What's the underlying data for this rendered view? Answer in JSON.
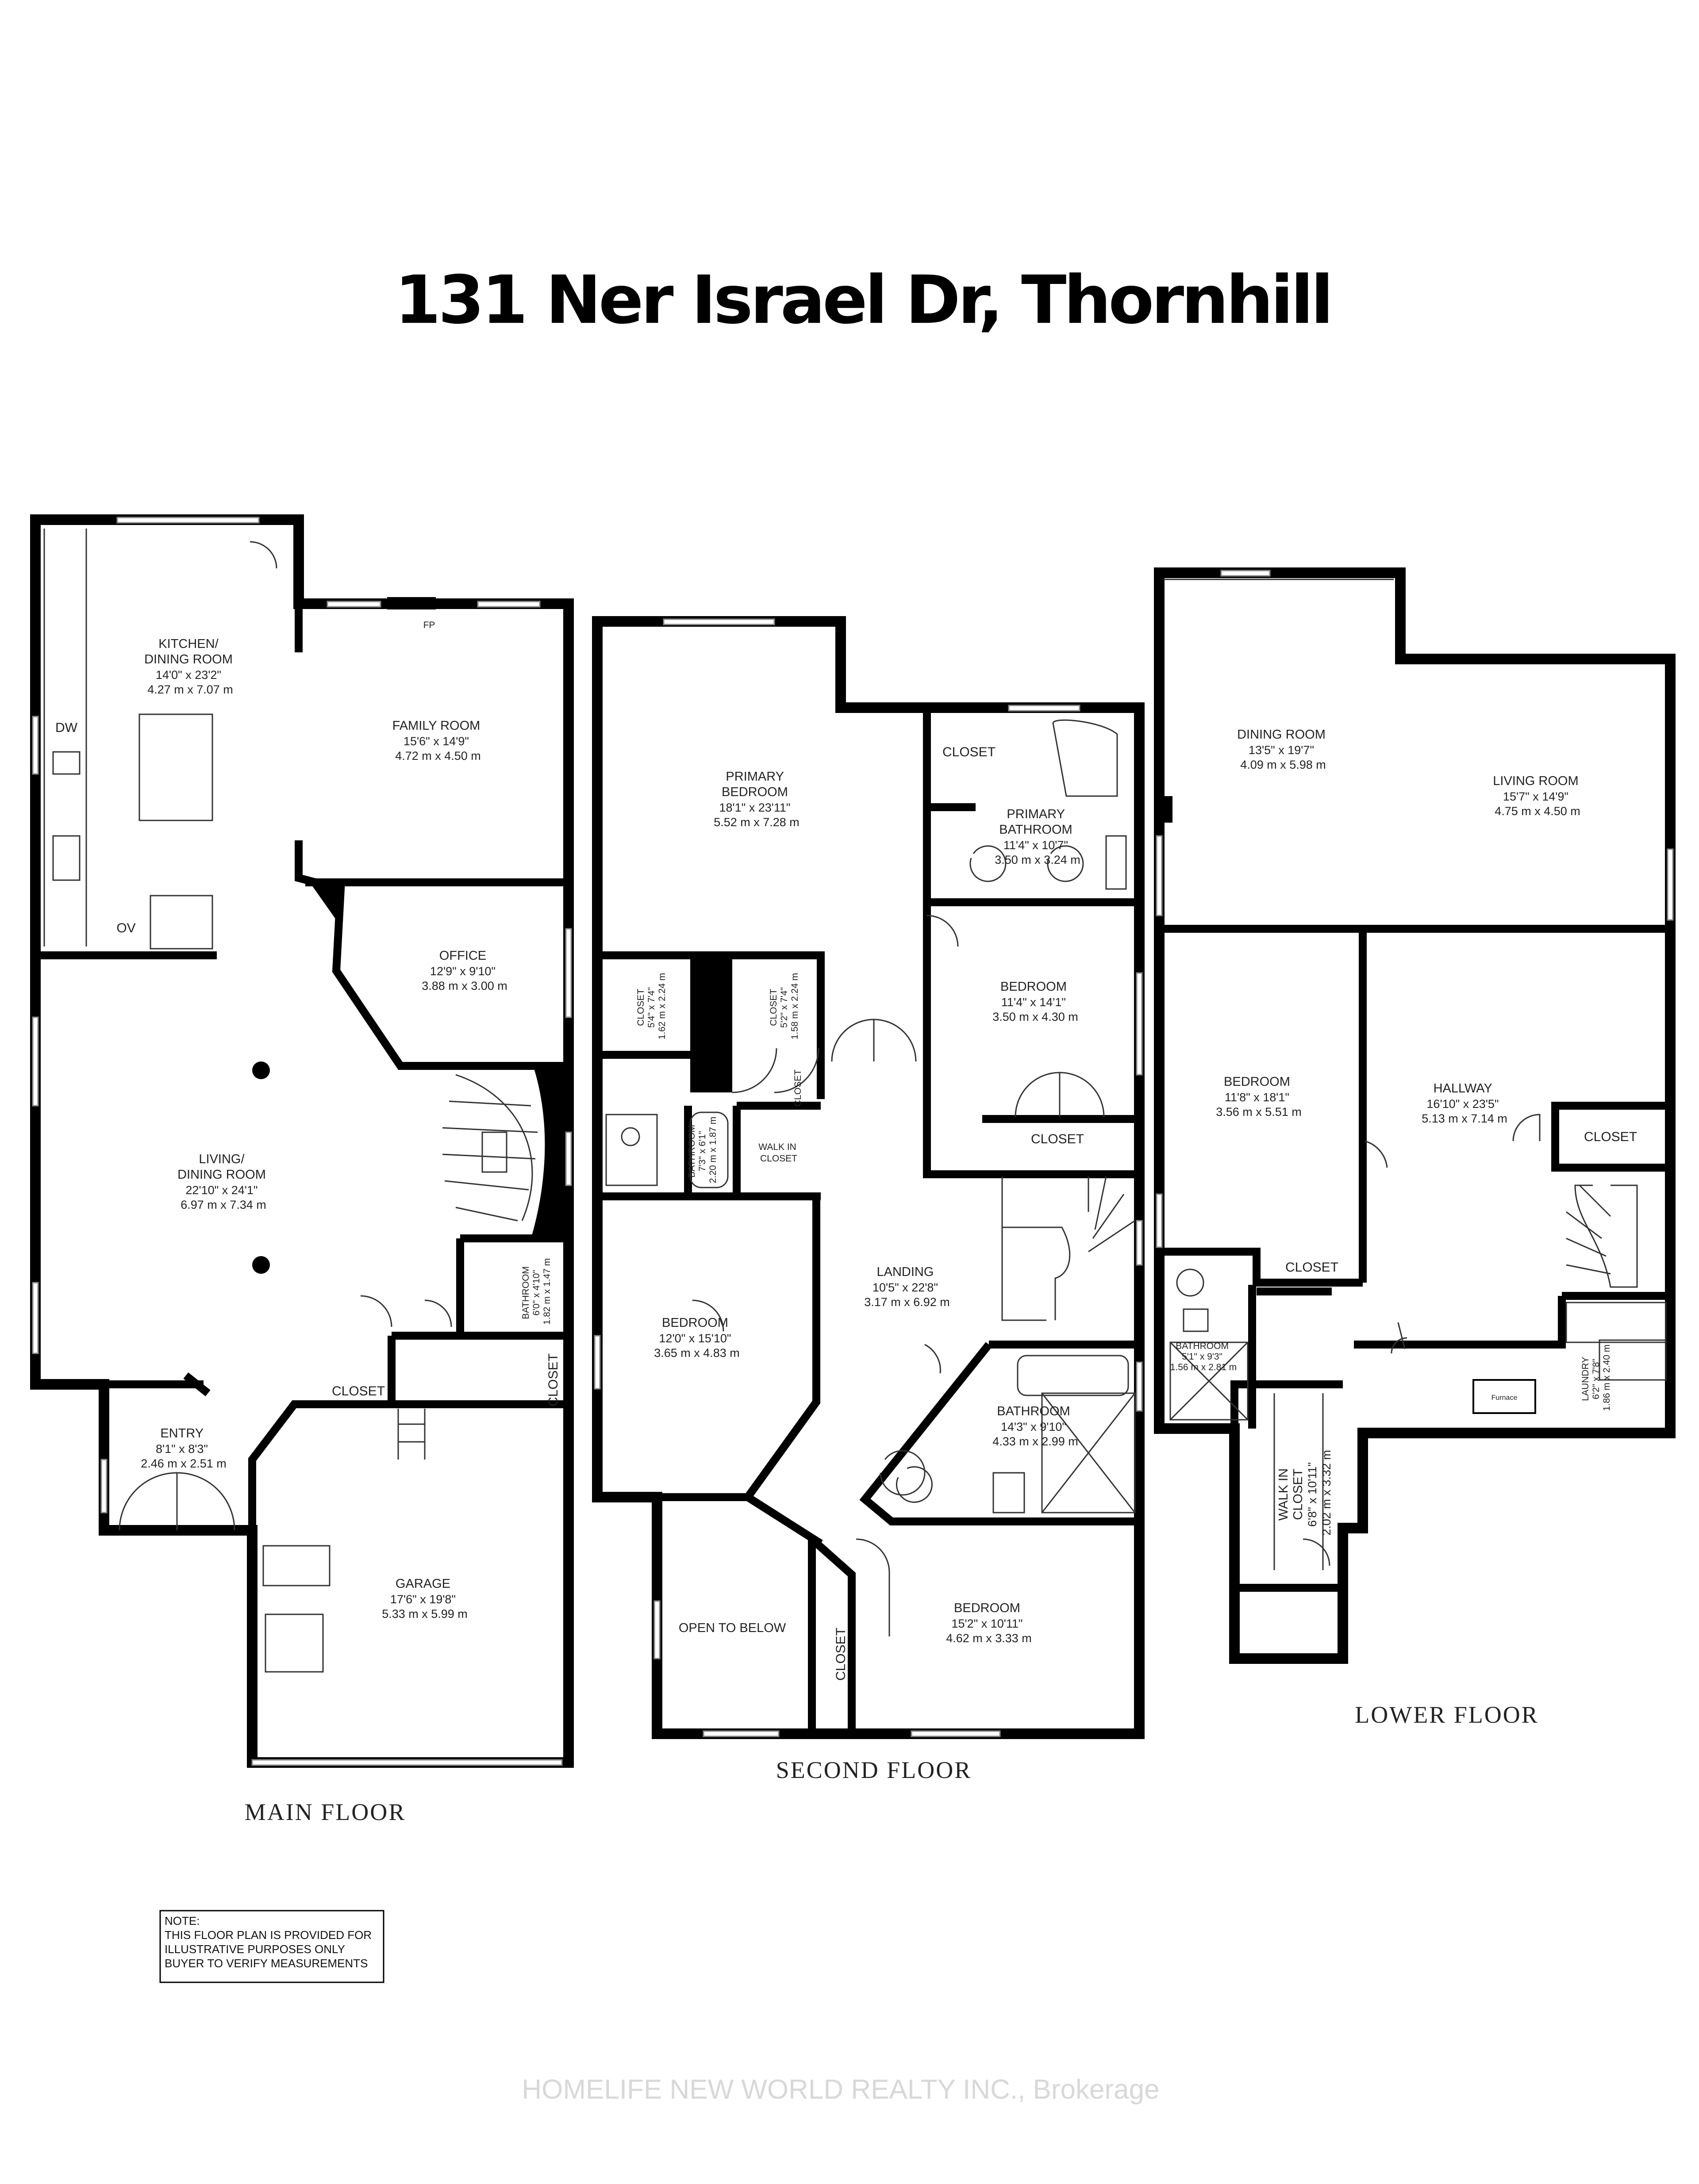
{
  "title": "131 Ner Israel Dr, Thornhill",
  "floors": [
    {
      "label": "MAIN FLOOR",
      "rooms": [
        {
          "key": "kitchen",
          "name_lines": [
            "KITCHEN/",
            "DINING ROOM"
          ],
          "dims": [
            "14'0\" x 23'2\"",
            "4.27 m x 7.07 m"
          ]
        },
        {
          "key": "family",
          "name_lines": [
            "FAMILY ROOM"
          ],
          "dims": [
            "15'6\" x 14'9\"",
            "4.72 m x 4.50 m"
          ]
        },
        {
          "key": "office",
          "name_lines": [
            "OFFICE"
          ],
          "dims": [
            "12'9\" x 9'10\"",
            "3.88 m x 3.00 m"
          ]
        },
        {
          "key": "living",
          "name_lines": [
            "LIVING/",
            "DINING ROOM"
          ],
          "dims": [
            "22'10\" x 24'1\"",
            "6.97 m x 7.34 m"
          ]
        },
        {
          "key": "bath",
          "name_lines": [
            "BATHROOM"
          ],
          "dims": [
            "6'0\" x 4'10\"",
            "1.82 m x 1.47 m"
          ]
        },
        {
          "key": "entry",
          "name_lines": [
            "ENTRY"
          ],
          "dims": [
            "8'1\" x 8'3\"",
            "2.46 m x 2.51 m"
          ]
        },
        {
          "key": "garage",
          "name_lines": [
            "GARAGE"
          ],
          "dims": [
            "17'6\" x 19'8\"",
            "5.33 m x 5.99 m"
          ]
        }
      ],
      "labels": [
        "DW",
        "OV",
        "FP",
        "CLOSET",
        "CLOSET"
      ]
    },
    {
      "label": "SECOND FLOOR",
      "rooms": [
        {
          "key": "primary",
          "name_lines": [
            "PRIMARY",
            "BEDROOM"
          ],
          "dims": [
            "18'1\" x 23'11\"",
            "5.52 m x 7.28 m"
          ]
        },
        {
          "key": "pbath",
          "name_lines": [
            "PRIMARY",
            "BATHROOM"
          ],
          "dims": [
            "11'4\" x 10'7\"",
            "3.50 m x 3.24 m"
          ]
        },
        {
          "key": "bed2",
          "name_lines": [
            "BEDROOM"
          ],
          "dims": [
            "11'4\" x 14'1\"",
            "3.50 m x 4.30 m"
          ]
        },
        {
          "key": "closetA",
          "name_lines": [
            "CLOSET"
          ],
          "dims": [
            "5'4\" x 7'4\"",
            "1.62 m x 2.24 m"
          ]
        },
        {
          "key": "closetB",
          "name_lines": [
            "CLOSET"
          ],
          "dims": [
            "5'2\" x 7'4\"",
            "1.58 m x 2.24 m"
          ]
        },
        {
          "key": "bath2",
          "name_lines": [
            "BATHROOM"
          ],
          "dims": [
            "7'3\" x 6'1\"",
            "2.20 m x 1.87 m"
          ]
        },
        {
          "key": "walkin",
          "name_lines": [
            "WALK IN",
            "CLOSET"
          ],
          "dims": []
        },
        {
          "key": "landing",
          "name_lines": [
            "LANDING"
          ],
          "dims": [
            "10'5\" x 22'8\"",
            "3.17 m x 6.92 m"
          ]
        },
        {
          "key": "bed3",
          "name_lines": [
            "BEDROOM"
          ],
          "dims": [
            "12'0\" x 15'10\"",
            "3.65 m x 4.83 m"
          ]
        },
        {
          "key": "bath3",
          "name_lines": [
            "BATHROOM"
          ],
          "dims": [
            "14'3\" x 9'10\"",
            "4.33 m x 2.99 m"
          ]
        },
        {
          "key": "open",
          "name_lines": [
            "OPEN TO BELOW"
          ],
          "dims": []
        },
        {
          "key": "bed4",
          "name_lines": [
            "BEDROOM"
          ],
          "dims": [
            "15'2\" x 10'11\"",
            "4.62 m x 3.33 m"
          ]
        }
      ],
      "labels": [
        "CLOSET",
        "CLOSET",
        "CLOSET",
        "CLOSET"
      ]
    },
    {
      "label": "LOWER FLOOR",
      "rooms": [
        {
          "key": "dining",
          "name_lines": [
            "DINING ROOM"
          ],
          "dims": [
            "13'5\" x 19'7\"",
            "4.09 m x 5.98 m"
          ]
        },
        {
          "key": "livingL",
          "name_lines": [
            "LIVING ROOM"
          ],
          "dims": [
            "15'7\" x 14'9\"",
            "4.75 m x 4.50 m"
          ]
        },
        {
          "key": "bedL",
          "name_lines": [
            "BEDROOM"
          ],
          "dims": [
            "11'8\" x 18'1\"",
            "3.56 m x 5.51 m"
          ]
        },
        {
          "key": "hallway",
          "name_lines": [
            "HALLWAY"
          ],
          "dims": [
            "16'10\" x 23'5\"",
            "5.13 m x 7.14 m"
          ]
        },
        {
          "key": "bathL",
          "name_lines": [
            "BATHROOM"
          ],
          "dims": [
            "5'1\" x 9'3\"",
            "1.56 m x 2.81 m"
          ]
        },
        {
          "key": "laundry",
          "name_lines": [
            "LAUNDRY"
          ],
          "dims": [
            "6'2\" x 7'8\"",
            "1.86 m x 2.40 m"
          ]
        },
        {
          "key": "walkinL",
          "name_lines": [
            "WALK IN",
            "CLOSET"
          ],
          "dims": [
            "6'8\" x 10'11\"",
            "2.02 m x 3.32 m"
          ]
        }
      ],
      "labels": [
        "CLOSET",
        "CLOSET",
        "Furnace"
      ]
    }
  ],
  "note": [
    "NOTE:",
    "THIS FLOOR PLAN IS PROVIDED FOR",
    "ILLUSTRATIVE PURPOSES ONLY",
    "BUYER TO VERIFY MEASUREMENTS"
  ],
  "watermark": "HOMELIFE NEW WORLD REALTY INC., Brokerage"
}
